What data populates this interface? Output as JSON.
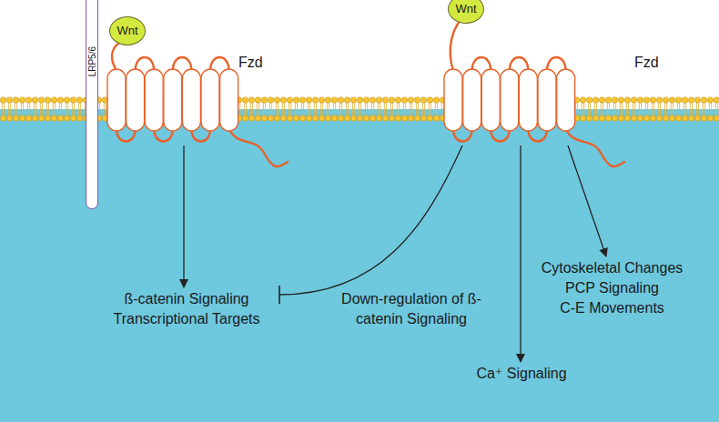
{
  "diagram": {
    "nodes": [
      {
        "text": [
          "Wnt"
        ]
      },
      {
        "text": [
          "LRP5/6"
        ]
      },
      {
        "text": [
          "Fzd"
        ]
      },
      {
        "text": [
          "Wnt"
        ]
      },
      {
        "text": [
          "Fzd"
        ]
      },
      {
        "text": [
          "ß-catenin Signaling Transcriptional Targets"
        ]
      },
      {
        "text": [
          "Ca⁺ Signaling"
        ]
      },
      {
        "text": [
          "Cytoskeletal Changes",
          "PCP Signaling",
          "C-E Movements"
        ]
      }
    ],
    "edges": [
      {
        "from": 2,
        "to": 5,
        "arrow": "to"
      },
      {
        "from": 4,
        "to": 5,
        "arrow": "to",
        "label": "Down-regulation of ß-catenin Signaling"
      },
      {
        "from": 4,
        "to": 6,
        "arrow": "to"
      },
      {
        "from": 4,
        "to": 7,
        "arrow": "to"
      }
    ]
  }
}
